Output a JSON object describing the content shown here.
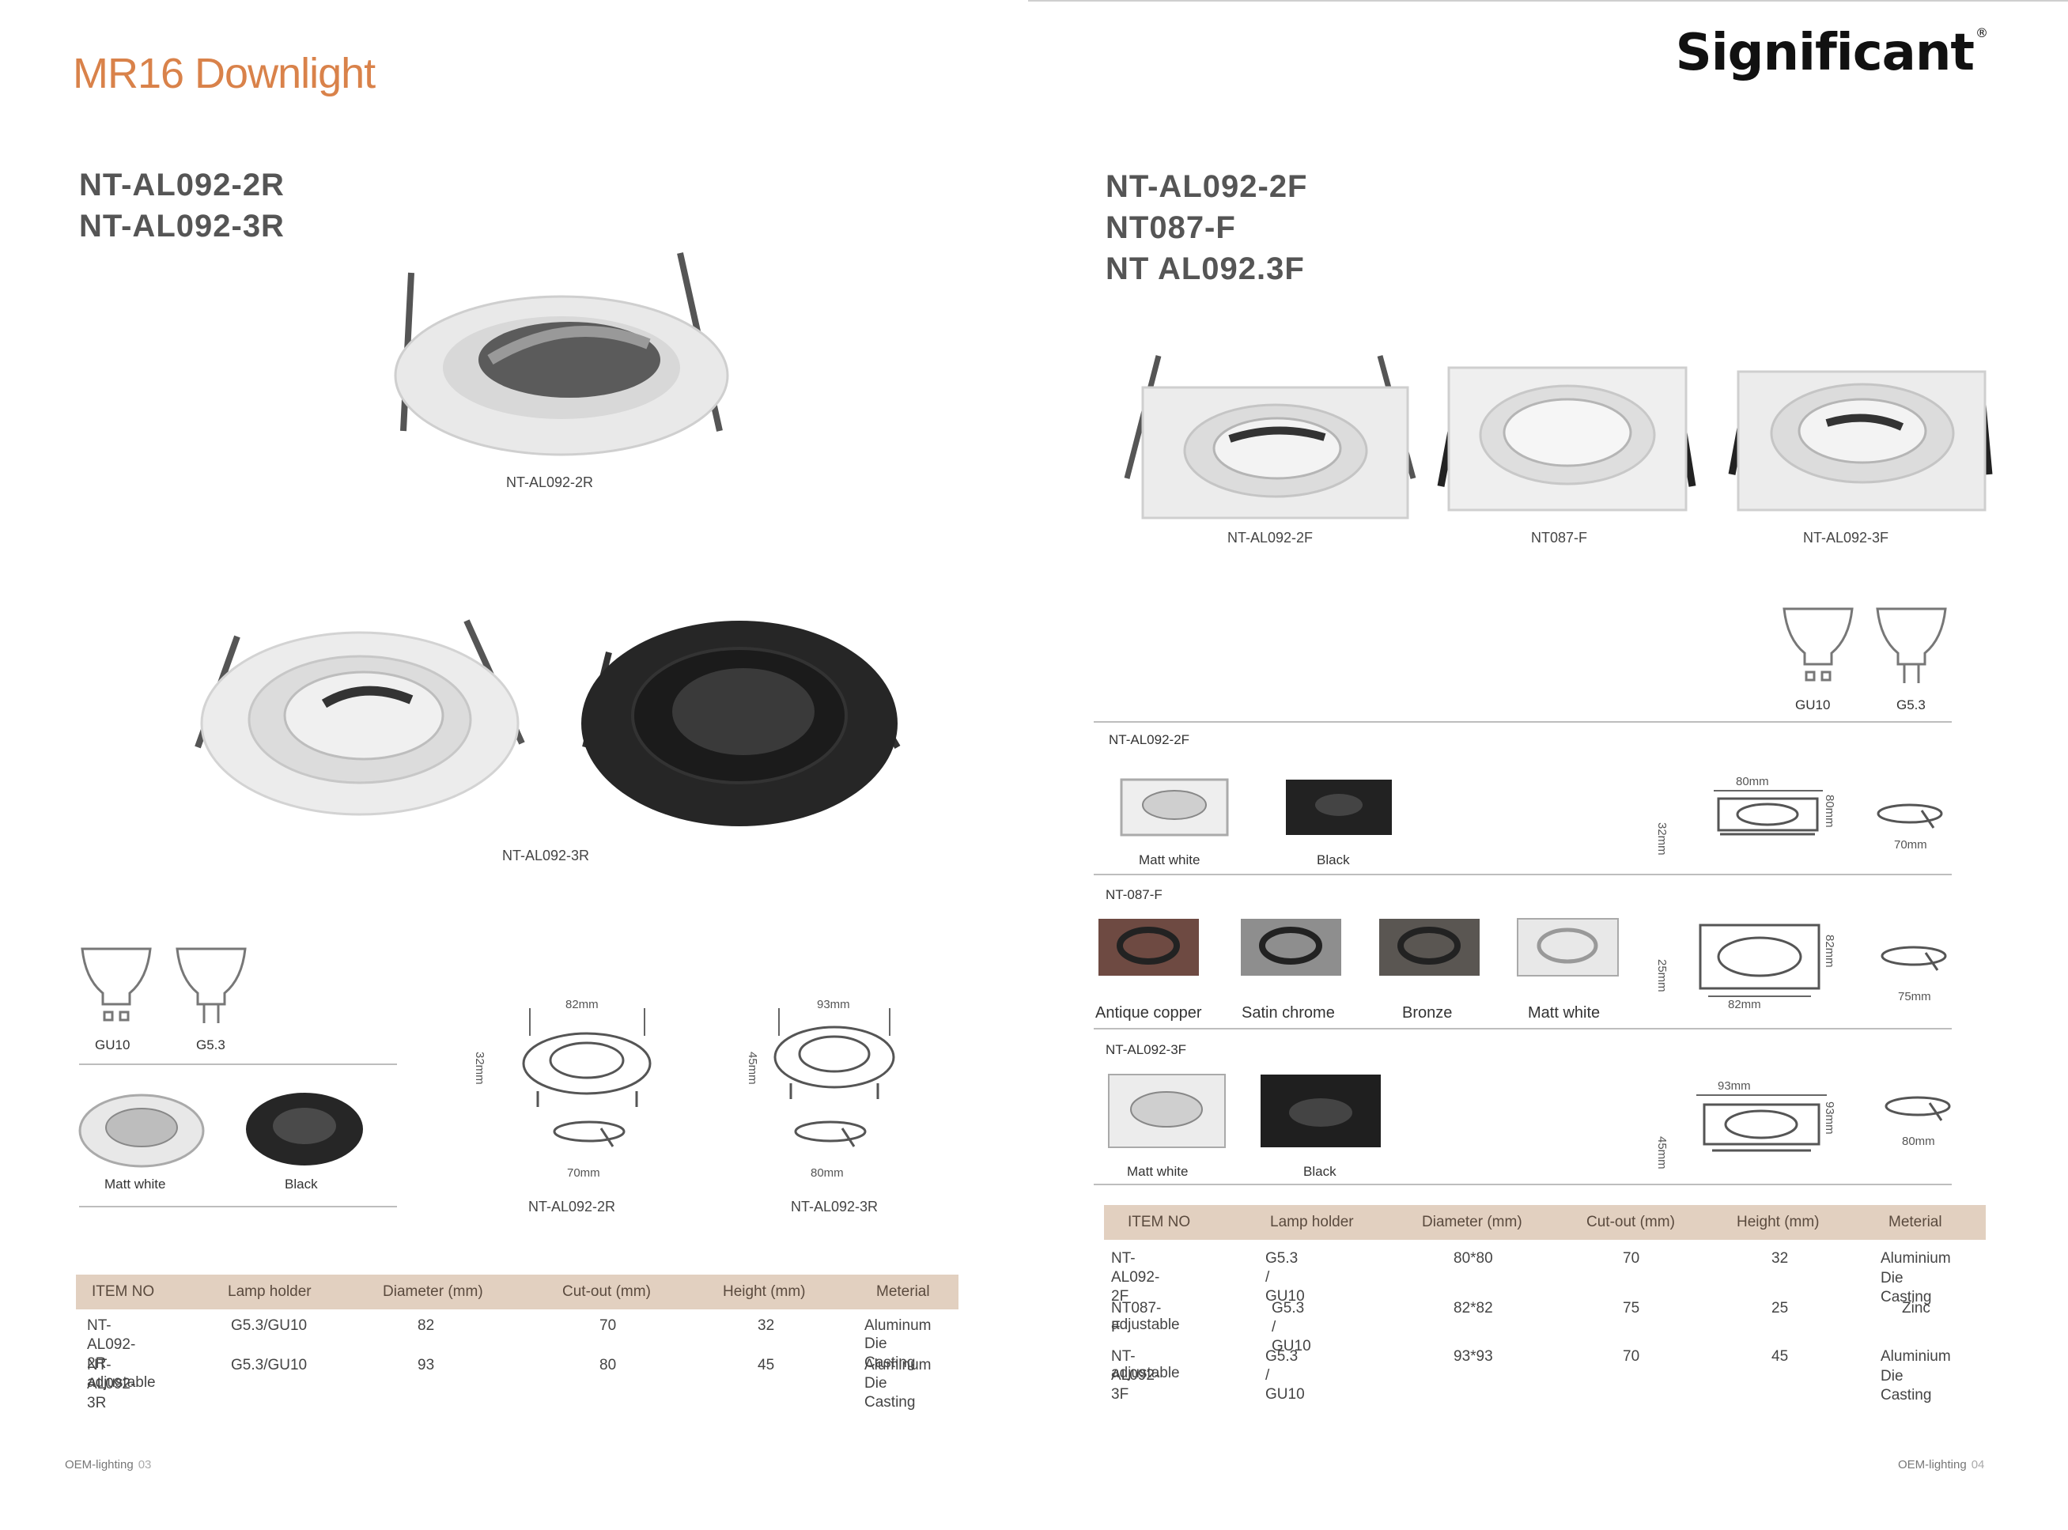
{
  "section_title": "MR16 Downlight",
  "brand": {
    "name": "Significant",
    "mark": "®"
  },
  "left": {
    "headings": [
      "NT-AL092-2R",
      "NT-AL092-3R"
    ],
    "photo_captions": [
      "NT-AL092-2R",
      "NT-AL092-3R"
    ],
    "bulbs": [
      "GU10",
      "G5.3"
    ],
    "finishes": [
      "Matt white",
      "Black"
    ],
    "drawings": [
      {
        "width": "82mm",
        "height": "32mm",
        "cutout": "70mm",
        "caption": "NT-AL092-2R"
      },
      {
        "width": "93mm",
        "height": "45mm",
        "cutout": "80mm",
        "caption": "NT-AL092-3R"
      }
    ],
    "table": {
      "headers": [
        "ITEM NO",
        "Lamp holder",
        "Diameter  (mm)",
        "Cut-out (mm)",
        "Height (mm)",
        "Meterial"
      ],
      "rows": [
        {
          "item": "NT-AL092-2R",
          "sub": "",
          "holder": "G5.3/GU10",
          "diameter": "82",
          "cutout": "70",
          "height": "32",
          "material": "Aluminum",
          "material2": "Die Casting"
        },
        {
          "item": "NT-AL092-3R",
          "sub": "adjustable",
          "holder": "G5.3/GU10",
          "diameter": "93",
          "cutout": "80",
          "height": "45",
          "material": "Aluminum",
          "material2": "Die Casting"
        }
      ]
    },
    "footer": {
      "label": "OEM-lighting",
      "page": "03"
    }
  },
  "right": {
    "headings": [
      "NT-AL092-2F",
      "NT087-F",
      "NT AL092.3F"
    ],
    "photo_captions": [
      "NT-AL092-2F",
      "NT087-F",
      "NT-AL092-3F"
    ],
    "bulbs": [
      "GU10",
      "G5.3"
    ],
    "groups": [
      {
        "label": "NT-AL092-2F",
        "finishes": [
          "Matt white",
          "Black"
        ],
        "width": "80mm",
        "depth": "80mm",
        "height": "32mm",
        "cutout": "70mm"
      },
      {
        "label": "NT-087-F",
        "finishes": [
          "Antique copper",
          "Satin chrome",
          "Bronze",
          "Matt white"
        ],
        "width": "82mm",
        "depth": "82mm",
        "height": "25mm",
        "cutout": "75mm"
      },
      {
        "label": "NT-AL092-3F",
        "finishes": [
          "Matt white",
          "Black"
        ],
        "width": "93mm",
        "depth": "93mm",
        "height": "45mm",
        "cutout": "80mm"
      }
    ],
    "table": {
      "headers": [
        "ITEM NO",
        "Lamp holder",
        "Diameter (mm)",
        "Cut-out (mm)",
        "Height (mm)",
        "Meterial"
      ],
      "rows": [
        {
          "item": "NT-AL092-2F",
          "sub": "",
          "holder": "G5.3 / GU10",
          "diameter": "80*80",
          "cutout": "70",
          "height": "32",
          "material": "Aluminium",
          "material2": "Die Casting"
        },
        {
          "item": "NT087-F",
          "sub": "adjustable",
          "holder": "G5.3 / GU10",
          "diameter": "82*82",
          "cutout": "75",
          "height": "25",
          "material": "Zinc",
          "material2": ""
        },
        {
          "item": "NT-AL092-3F",
          "sub": "adjustable",
          "holder": "G5.3 / GU10",
          "diameter": "93*93",
          "cutout": "70",
          "height": "45",
          "material": "Aluminium",
          "material2": "Die Casting"
        }
      ]
    },
    "footer": {
      "label": "OEM-lighting",
      "page": "04"
    }
  },
  "colors": {
    "accent": "#d9824a",
    "table_header": "#e2d0c0",
    "antique_copper": "#6e4a42",
    "satin_chrome": "#8e8e8e",
    "bronze": "#5a5652",
    "black": "#222222",
    "white": "#eeeeee"
  }
}
